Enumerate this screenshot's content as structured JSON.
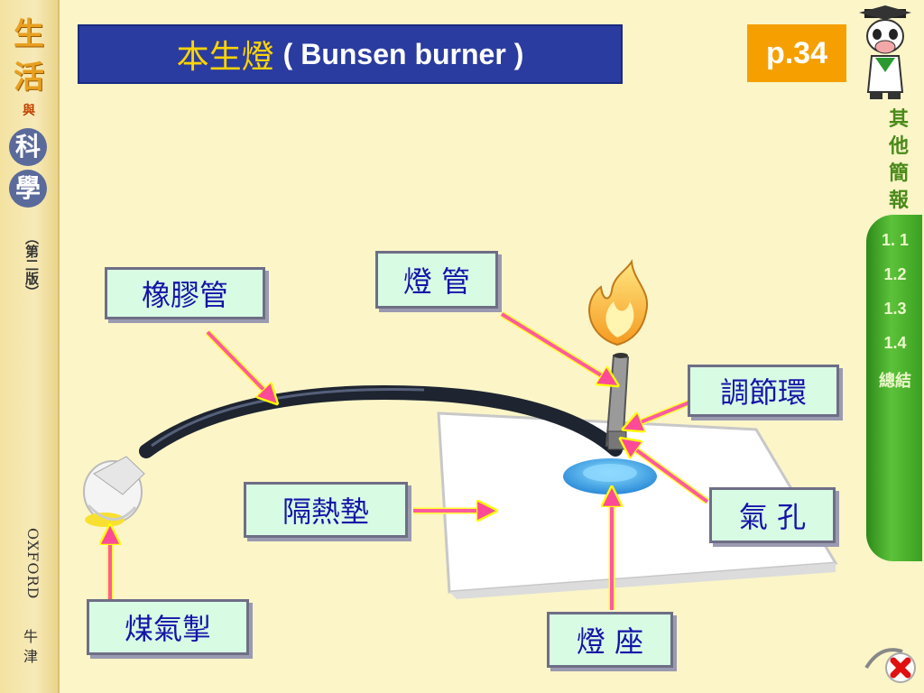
{
  "left_banner": {
    "line1": "生",
    "line2": "活",
    "line3": "與",
    "line4": "科",
    "line5": "學",
    "edition": "（第二版）",
    "publisher_en": "OXFORD",
    "publisher_cn": "牛津"
  },
  "header": {
    "title_cn": "本生燈",
    "title_en": "( Bunsen burner )",
    "page": "p.34"
  },
  "sidebar": {
    "other_briefings": "其他簡報",
    "items": [
      {
        "label": "1. 1"
      },
      {
        "label": "1.2"
      },
      {
        "label": "1.3"
      },
      {
        "label": "1.4"
      },
      {
        "label": "總結"
      }
    ]
  },
  "diagram": {
    "labels": {
      "rubber_tube": "橡膠管",
      "burner_tube": "燈 管",
      "collar": "調節環",
      "heat_mat": "隔熱墊",
      "air_hole": "氣 孔",
      "gas_tap": "煤氣掣",
      "base": "燈 座"
    }
  },
  "colors": {
    "background": "#fbf5c8",
    "title_bg": "#2a3ca0",
    "title_cn": "#ffd400",
    "page_badge": "#f5a000",
    "label_bg": "#d8fbe4",
    "label_text": "#1414a8",
    "arrow": "#ff5aa0",
    "sidebar_green": "#3aa020"
  }
}
